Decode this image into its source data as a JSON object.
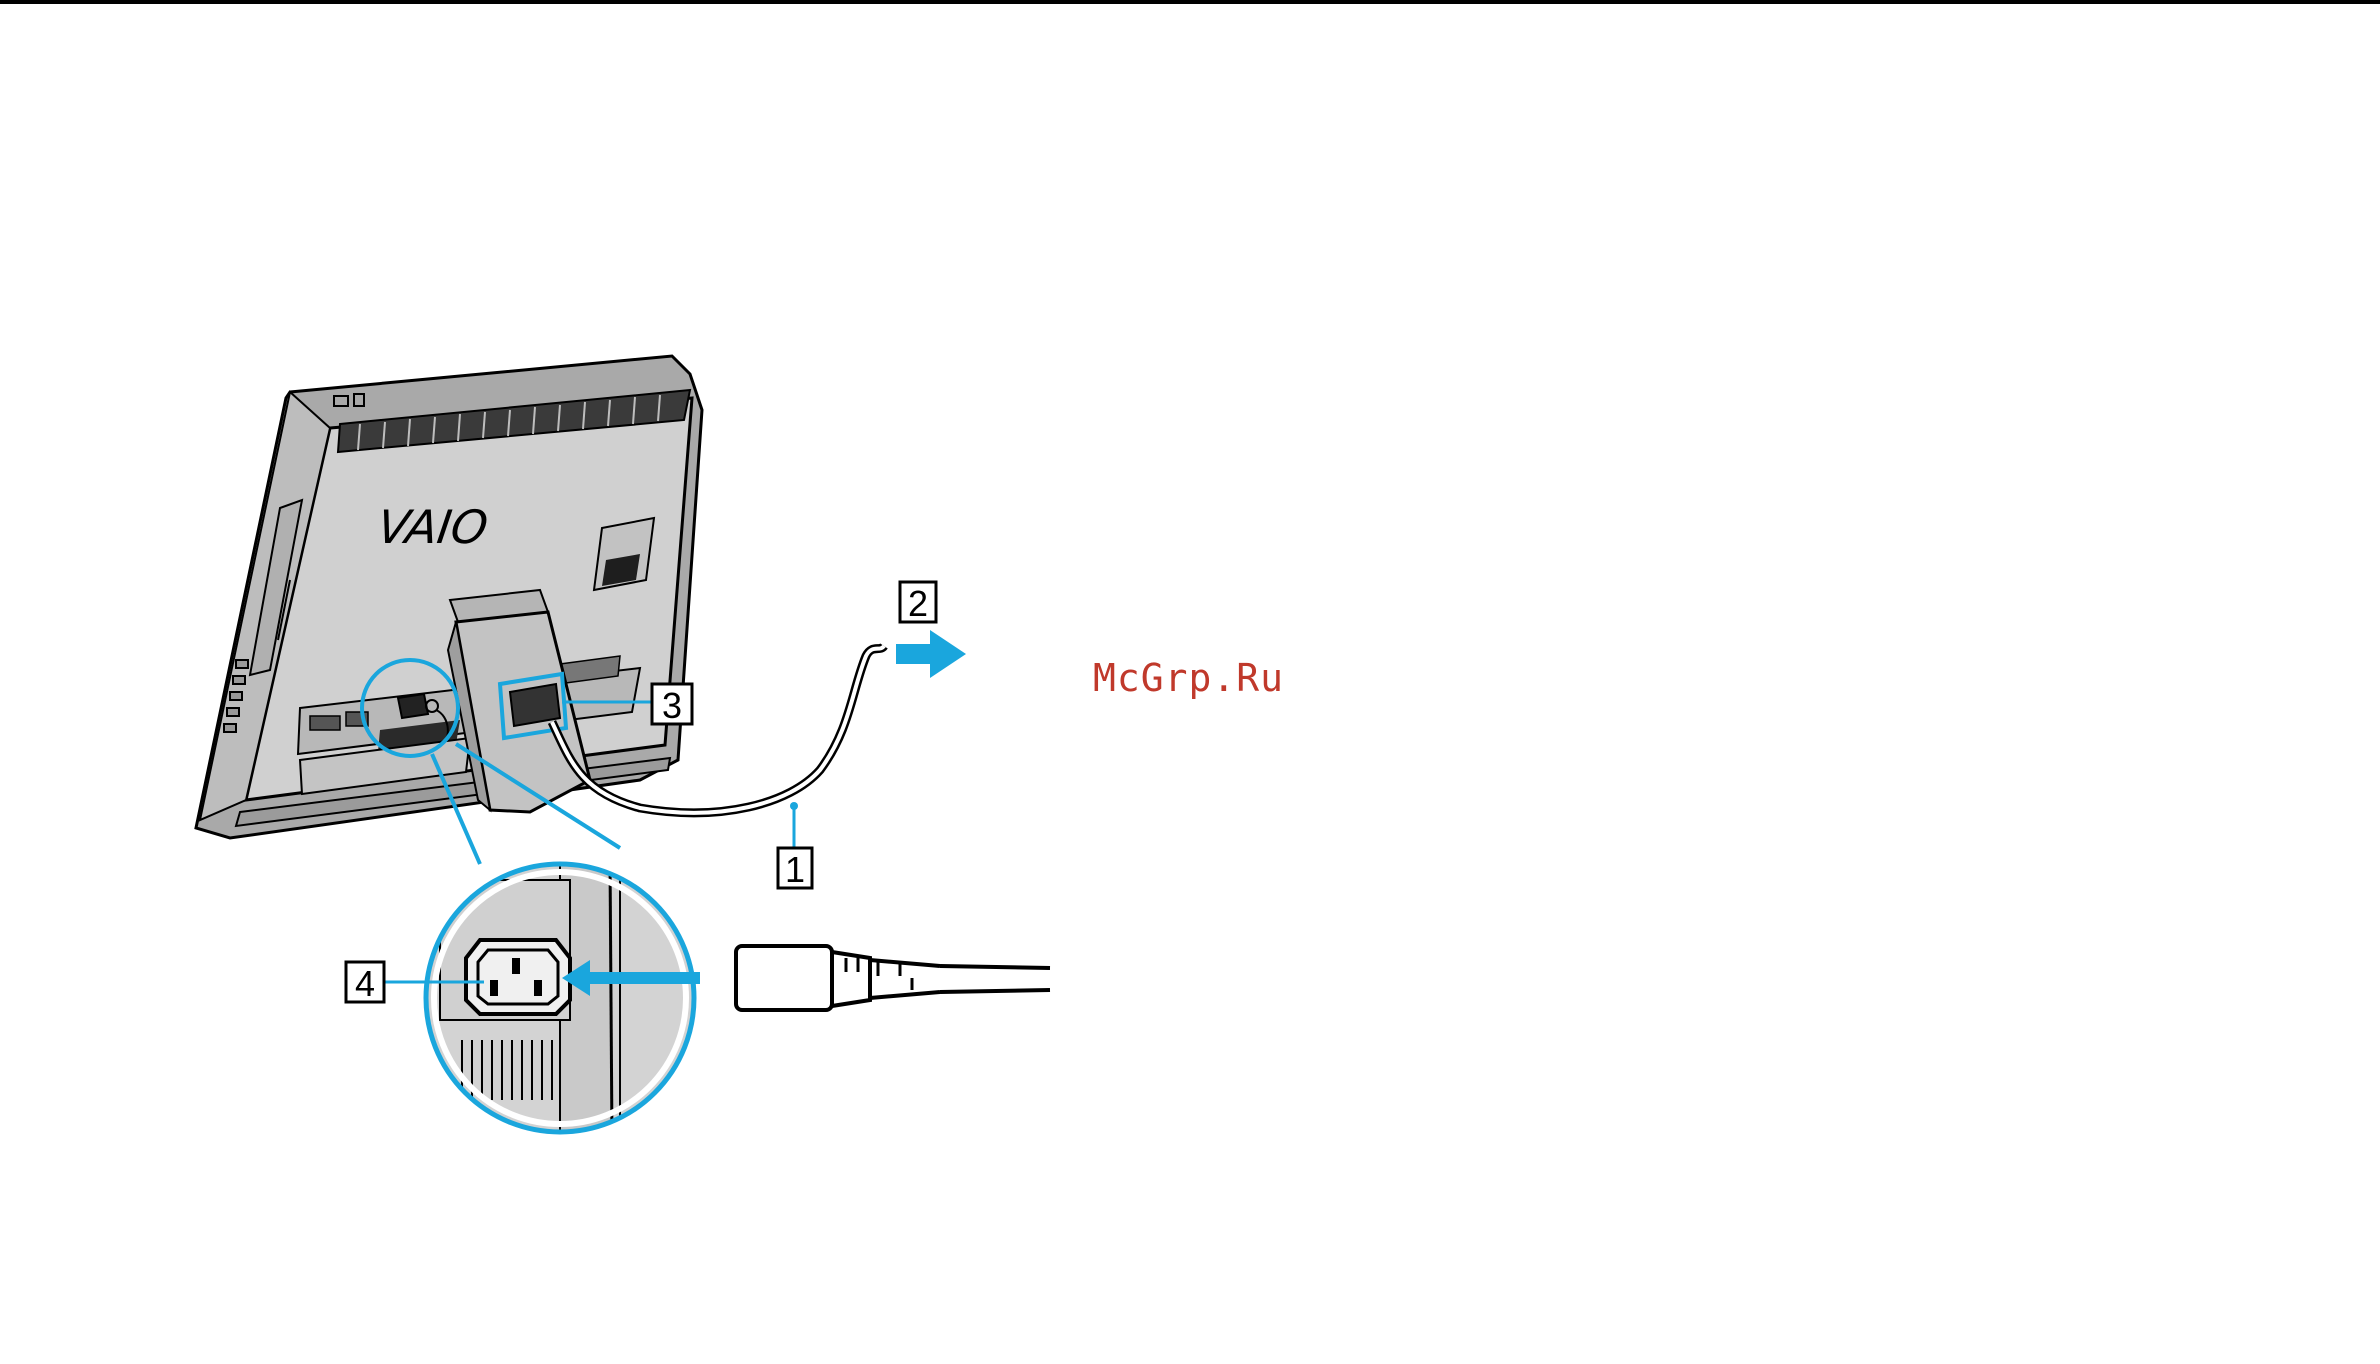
{
  "colors": {
    "accent": "#1aa6dd",
    "device_body": "#c9c9c9",
    "device_dark": "#8a8a8a",
    "line": "#000000"
  },
  "device": {
    "logo_text": "VAIO"
  },
  "callouts": [
    {
      "number": "1",
      "icon": "callout-box"
    },
    {
      "number": "2",
      "icon": "callout-box"
    },
    {
      "number": "3",
      "icon": "callout-box"
    },
    {
      "number": "4",
      "icon": "callout-box"
    }
  ],
  "watermark": {
    "text": "McGrp.Ru"
  }
}
